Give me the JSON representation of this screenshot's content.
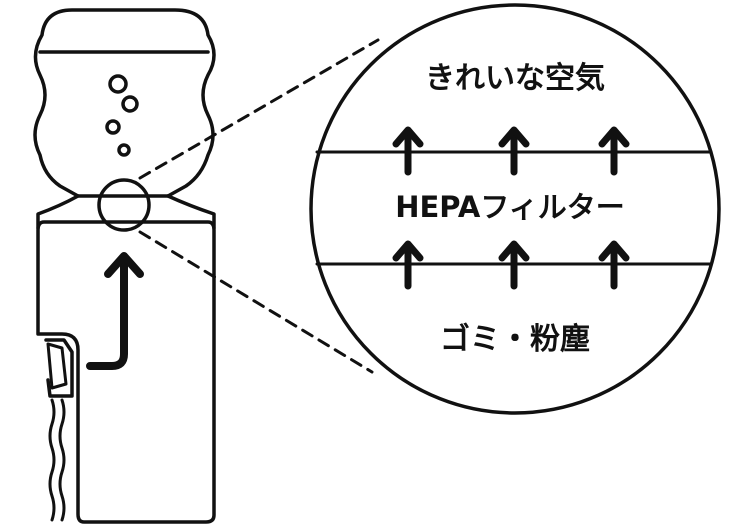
{
  "labels": {
    "clean_air": "きれいな空気",
    "filter": "HEPAフィルター",
    "dust": "ゴミ・粉塵"
  },
  "colors": {
    "stroke": "#111111",
    "background": "#ffffff"
  },
  "icons": {
    "airflow_arrow": "arrow-up-icon",
    "bubble": "bubble-icon"
  }
}
